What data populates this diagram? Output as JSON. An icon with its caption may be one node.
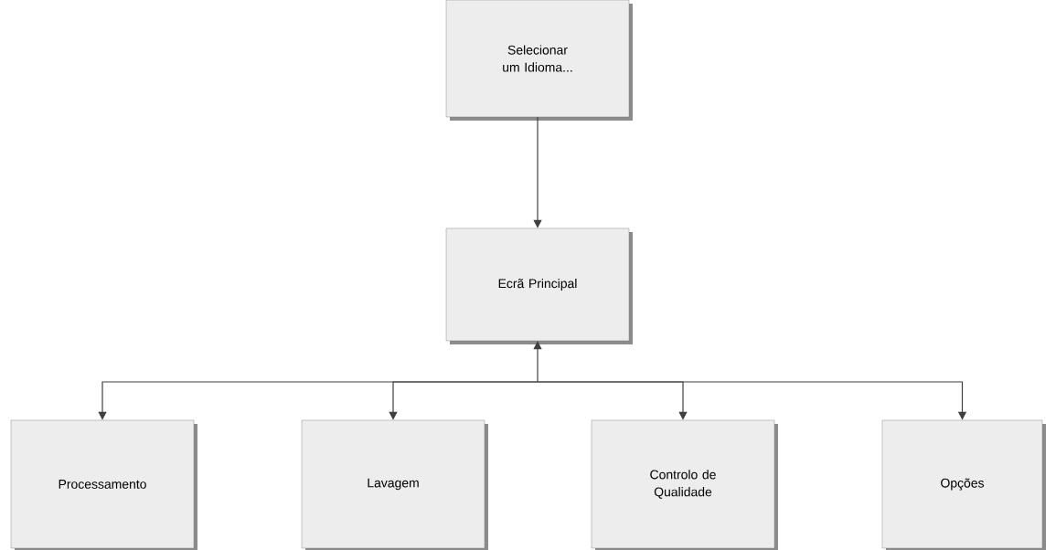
{
  "diagram": {
    "nodes": [
      {
        "text": [
          "Selecionar um Idioma..."
        ]
      },
      {
        "text": [
          "Ecrã Principal"
        ]
      },
      {
        "text": [
          "Processamento"
        ]
      },
      {
        "text": [
          "Lavagem"
        ]
      },
      {
        "text": [
          "Controlo de Qualidade"
        ]
      },
      {
        "text": [
          "Opções"
        ]
      }
    ],
    "edges": [
      {
        "from": 0,
        "to": 1,
        "arrow": "to"
      },
      {
        "from": 1,
        "to": 2,
        "arrow": "both"
      },
      {
        "from": 1,
        "to": 3,
        "arrow": "both"
      },
      {
        "from": 1,
        "to": 4,
        "arrow": "both"
      },
      {
        "from": 1,
        "to": 5,
        "arrow": "both"
      }
    ]
  }
}
